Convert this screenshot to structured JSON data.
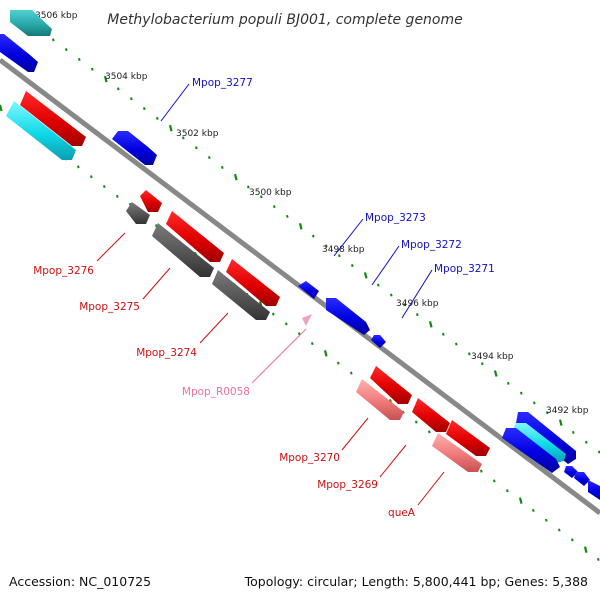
{
  "title": "Methylobacterium populi BJ001, complete genome",
  "ticks": [
    "3506 kbp",
    "3504 kbp",
    "3502 kbp",
    "3500 kbp",
    "3498 kbp",
    "3496 kbp",
    "3494 kbp",
    "3492 kbp"
  ],
  "genes": [
    {
      "id": "Mpop_3277",
      "strand": "forward"
    },
    {
      "id": "Mpop_3273",
      "strand": "forward"
    },
    {
      "id": "Mpop_3272",
      "strand": "forward"
    },
    {
      "id": "Mpop_3271",
      "strand": "forward"
    },
    {
      "id": "Mpop_3276",
      "strand": "reverse"
    },
    {
      "id": "Mpop_3275",
      "strand": "reverse"
    },
    {
      "id": "Mpop_3274",
      "strand": "reverse"
    },
    {
      "id": "Mpop_R0058",
      "strand": "reverse"
    },
    {
      "id": "Mpop_3270",
      "strand": "reverse"
    },
    {
      "id": "Mpop_3269",
      "strand": "reverse"
    },
    {
      "id": "queA",
      "strand": "reverse"
    }
  ],
  "colors": {
    "forward_cds": "#0000e6",
    "reverse_cds": "#e60000",
    "forward_label": "#1010c8",
    "reverse_label": "#cc1010",
    "rna": "#f0a0c0",
    "rna_label": "#f070a0",
    "orf": "#00c8d8",
    "orf_dark": "#2aa8a8",
    "gray_feature": "#555555",
    "backbone": "#888888",
    "ticks": "#0f8a0f"
  },
  "footer": {
    "accession": "Accession: NC_010725",
    "topology": "Topology: circular; Length: 5,800,441 bp; Genes: 5,388"
  }
}
